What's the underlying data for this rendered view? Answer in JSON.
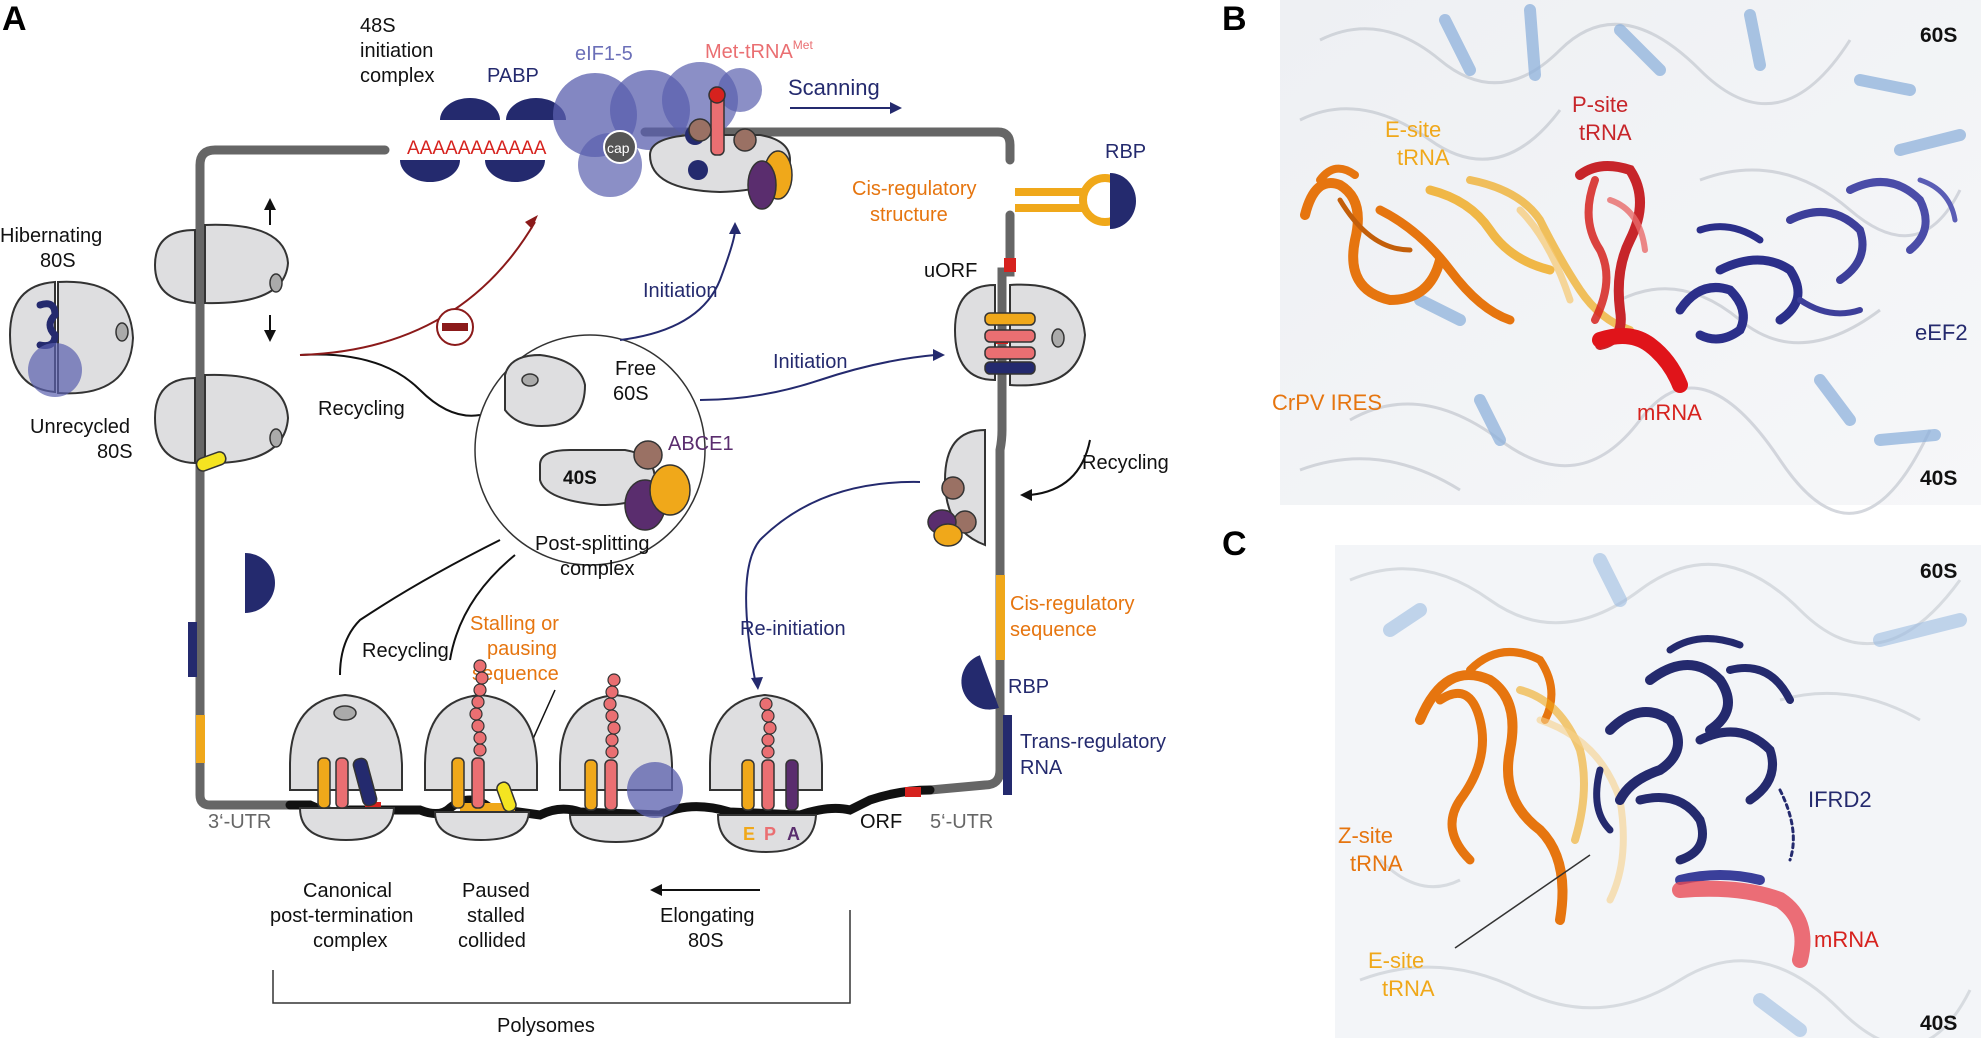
{
  "panels": {
    "a": "A",
    "b": "B",
    "c": "C"
  },
  "colors": {
    "navy": "#242a6e",
    "periwinkle": "#5a5fae",
    "orange": "#e6750f",
    "amber": "#f0a81a",
    "salmon": "#ea6f72",
    "purple": "#5a2d6e",
    "brown": "#9a7164",
    "red": "#d6221e",
    "ribosome": "#dedee0",
    "mrna": "#666666",
    "yellow": "#f4e421"
  },
  "panel_a": {
    "initiation_complex": [
      "48S",
      "initiation",
      "complex"
    ],
    "pabp": "PABP",
    "eif": "eIF1-5",
    "met_trna": "Met-tRNA",
    "met_sup": "Met",
    "polyA": "AAAAAAAAAAA",
    "cap": "cap",
    "scanning": "Scanning",
    "rbp_top": "RBP",
    "cis_structure": [
      "Cis-regulatory",
      "structure"
    ],
    "uorf": "uORF",
    "hibernating": [
      "Hibernating",
      "80S"
    ],
    "unrecycled": [
      "Unrecycled",
      "80S"
    ],
    "recycling_left": "Recycling",
    "initiation_1": "Initiation",
    "initiation_2": "Initiation",
    "free_60s": [
      "Free",
      "60S"
    ],
    "label_40s": "40S",
    "abce1": "ABCE1",
    "post_splitting": [
      "Post-splitting",
      "complex"
    ],
    "recycling_right": "Recycling",
    "cis_sequence": [
      "Cis-regulatory",
      "sequence"
    ],
    "rbp_right": "RBP",
    "trans_rna": [
      "Trans-regulatory",
      "RNA"
    ],
    "reinitiation": "Re-initiation",
    "recycling_bottom": "Recycling",
    "stalling": [
      "Stalling or",
      "pausing",
      "sequence"
    ],
    "utr3": "3‘-UTR",
    "utr5": "5‘-UTR",
    "orf": "ORF",
    "site_e": "E",
    "site_p": "P",
    "site_a": "A",
    "canonical": [
      "Canonical",
      "post-termination",
      "complex"
    ],
    "paused": [
      "Paused",
      "stalled",
      "collided"
    ],
    "elongating": [
      "Elongating",
      "80S"
    ],
    "polysomes": "Polysomes"
  },
  "panel_b": {
    "large": "60S",
    "small": "40S",
    "esite": [
      "E-site",
      "tRNA"
    ],
    "psite": [
      "P-site",
      "tRNA"
    ],
    "ires": "CrPV IRES",
    "mrna": "mRNA",
    "eef2": "eEF2"
  },
  "panel_c": {
    "large": "60S",
    "small": "40S",
    "zsite": [
      "Z-site",
      "tRNA"
    ],
    "esite": [
      "E-site",
      "tRNA"
    ],
    "ifrd2": "IFRD2",
    "mrna": "mRNA"
  }
}
